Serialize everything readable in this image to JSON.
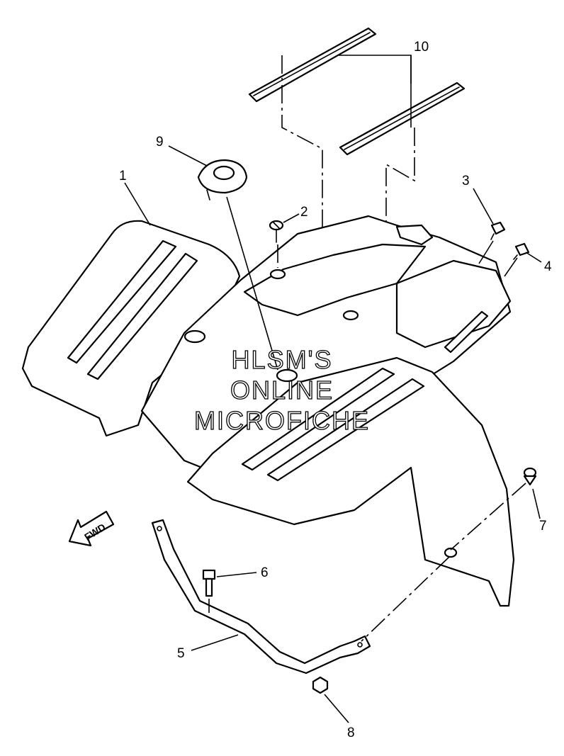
{
  "callouts": [
    "1",
    "2",
    "3",
    "4",
    "5",
    "6",
    "7",
    "8",
    "9",
    "10"
  ],
  "direction_label": "FWD",
  "watermark": {
    "line1": "HLSM'S",
    "line2": "ONLINE",
    "line3": "MICROFICHE"
  }
}
